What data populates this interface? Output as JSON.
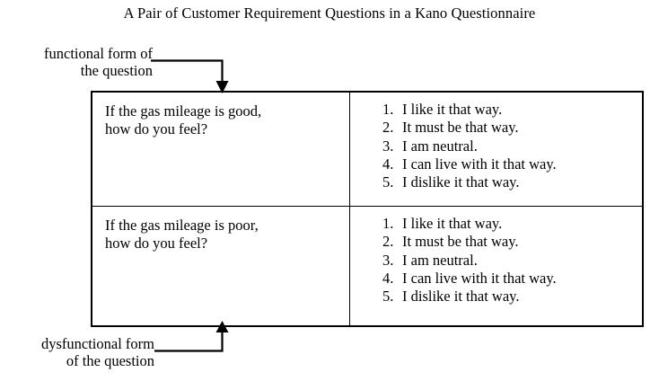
{
  "figure": {
    "title": "A Pair of Customer Requirement Questions in a Kano Questionnaire",
    "ink_color": "#000000",
    "background_color": "#ffffff"
  },
  "callouts": {
    "functional": {
      "label": "functional form of\nthe question",
      "arrow_direction": "down"
    },
    "dysfunctional": {
      "label": "dysfunctional form\nof the question",
      "arrow_direction": "up"
    }
  },
  "table": {
    "rows": [
      {
        "question": "If the gas mileage is good,\nhow do you feel?",
        "answers": [
          {
            "number": "1.",
            "text": "I like it that way."
          },
          {
            "number": "2.",
            "text": "It must be that way."
          },
          {
            "number": "3.",
            "text": "I am neutral."
          },
          {
            "number": "4.",
            "text": "I can live with it that way."
          },
          {
            "number": "5.",
            "text": "I dislike it that way."
          }
        ]
      },
      {
        "question": "If the gas mileage is poor,\nhow do you feel?",
        "answers": [
          {
            "number": "1.",
            "text": "I like it that way."
          },
          {
            "number": "2.",
            "text": "It must be that way."
          },
          {
            "number": "3.",
            "text": "I am neutral."
          },
          {
            "number": "4.",
            "text": "I can live with it that way."
          },
          {
            "number": "5.",
            "text": "I dislike it that way."
          }
        ]
      }
    ]
  }
}
